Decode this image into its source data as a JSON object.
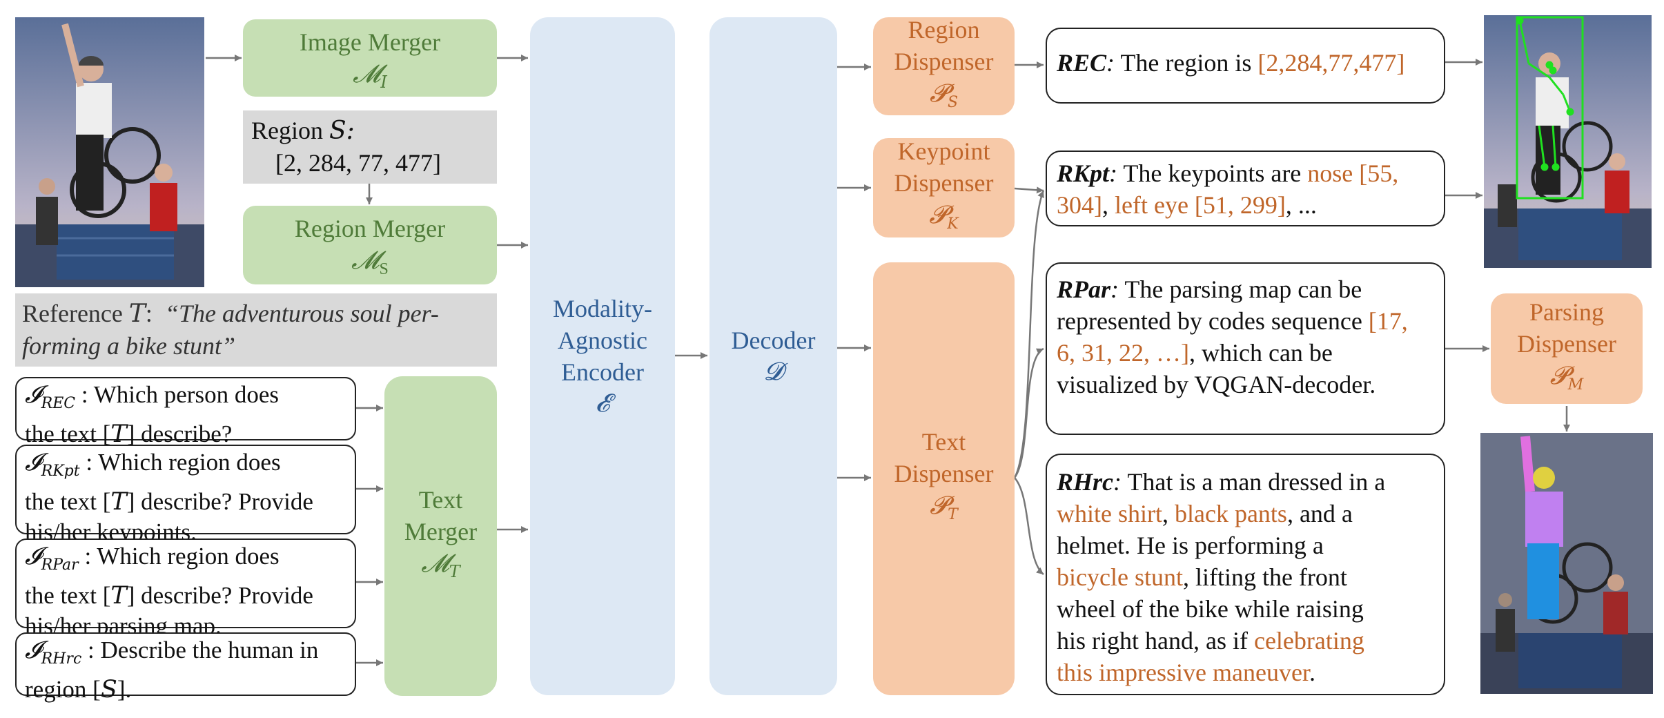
{
  "input_image": {
    "description_icon": "photo-bike-stunt"
  },
  "image_merger": {
    "line1": "Image Merger",
    "symbol": "𝓜",
    "sub": "I"
  },
  "region_box": {
    "label": "Region ",
    "var": "S",
    "colon": ":",
    "coords": "[2, 284, 77, 477]"
  },
  "region_merger": {
    "line1": "Region Merger",
    "symbol": "𝓜",
    "sub": "S"
  },
  "reference": {
    "label": "Reference ",
    "var": "T",
    "colon": ":",
    "quote_line1": "“The adventurous soul per-",
    "quote_line2": "forming a bike stunt”"
  },
  "prompts": [
    {
      "sym": "𝓘",
      "sub": "REC",
      "text1": " : Which person does",
      "text2": "the text [",
      "var": "T",
      "text2b": "]  describe?",
      "text3": ""
    },
    {
      "sym": "𝓘",
      "sub": "RKpt",
      "text1": " : Which region does",
      "text2": "the text [",
      "var": "T",
      "text2b": "] describe? Provide",
      "text3": "his/her keypoints."
    },
    {
      "sym": "𝓘",
      "sub": "RPar",
      "text1": " : Which region does",
      "text2": "the text [",
      "var": "T",
      "text2b": "] describe? Provide",
      "text3": "his/her parsing map."
    },
    {
      "sym": "𝓘",
      "sub": "RHrc",
      "text1": " : Describe the human in",
      "text2": "region [",
      "var": "S",
      "text2b": "].",
      "text3": ""
    }
  ],
  "text_merger": {
    "line1": "Text",
    "line2": "Merger",
    "symbol": "𝓜",
    "sub": "T"
  },
  "encoder": {
    "line1": "Modality-",
    "line2": "Agnostic",
    "line3": "Encoder",
    "symbol": "𝓔"
  },
  "decoder": {
    "line1": "Decoder",
    "symbol": "𝓓"
  },
  "region_dispenser": {
    "line1": "Region",
    "line2": "Dispenser",
    "symbol": "𝓟",
    "sub": "S"
  },
  "keypoint_dispenser": {
    "line1": "Keypoint",
    "line2": "Dispenser",
    "symbol": "𝓟",
    "sub": "K"
  },
  "text_dispenser": {
    "line1": "Text",
    "line2": "Dispenser",
    "symbol": "𝓟",
    "sub": "T"
  },
  "parsing_dispenser": {
    "line1": "Parsing",
    "line2": "Dispenser",
    "symbol": "𝓟",
    "sub": "M"
  },
  "responses": {
    "rec": {
      "label": "REC",
      "colon": ":",
      "text": " The region is ",
      "value": "[2,284,77,477]"
    },
    "rkpt": {
      "label": "RKpt",
      "colon": ":",
      "text": " The keypoints are ",
      "hl1": "nose [55,",
      "hl2": "304]",
      "mid": ", ",
      "hl3": "left eye [51, 299]",
      "tail": ", ..."
    },
    "rpar": {
      "label": "RPar",
      "colon": ":",
      "line1": " The parsing map can be",
      "line2a": "represented by codes sequence ",
      "hl1": "[17,",
      "hl2": "6, 31, 22, …]",
      "line3b": ", which can be",
      "line4": "visualized by VQGAN-decoder."
    },
    "rhrc": {
      "label": "RHrc",
      "colon": ":",
      "line1": " That is a man dressed in a",
      "hl1": "white shirt",
      "sep1": ", ",
      "hl2": "black pants",
      "sep2": ", and a",
      "line3": "helmet. He is performing a",
      "hl3": "bicycle stunt",
      "line4b": ", lifting the front",
      "line5": "wheel of the bike while raising",
      "line6a": "his right hand, as if ",
      "hl4": "celebrating",
      "hl5": "this impressive maneuver",
      "end": "."
    }
  },
  "colors": {
    "green_fill": "#c6dfb4",
    "green_text": "#4f7b39",
    "blue_fill": "#dde8f4",
    "blue_text": "#2f5d94",
    "orange_fill": "#f7c9a8",
    "orange_text": "#c0662a",
    "gray_fill": "#d9d9d9"
  }
}
